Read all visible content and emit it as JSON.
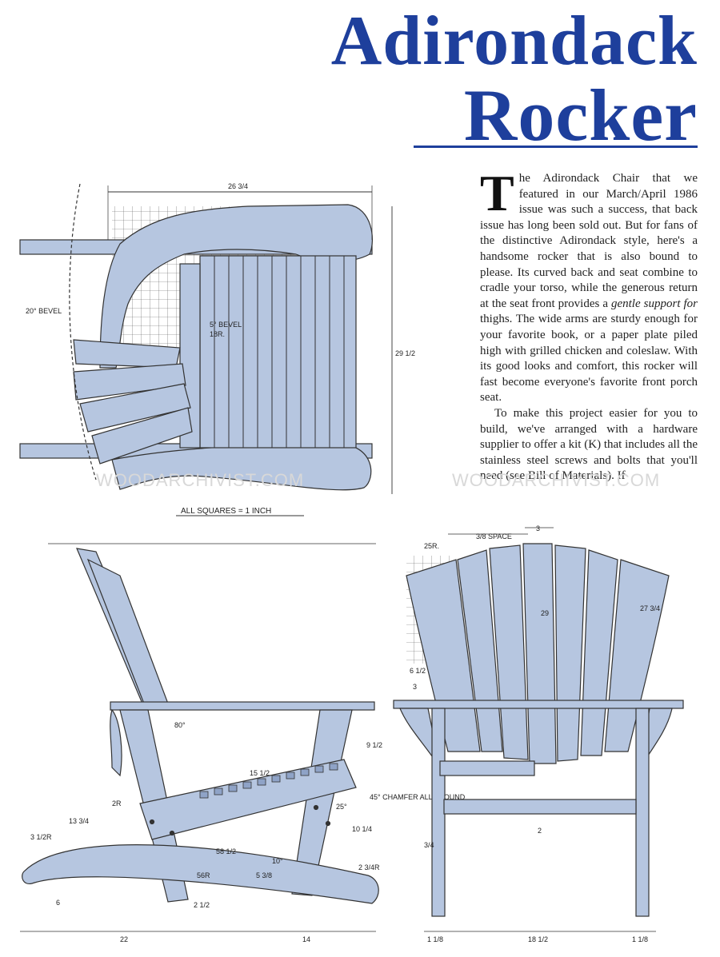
{
  "title_line1": "Adirondack",
  "title_line2": "Rocker",
  "article": {
    "dropcap": "T",
    "p1_rest": "he Adirondack Chair that we featured in our March/April 1986 issue was such a success, that back issue has long been sold out. But for fans of the distinctive Adirondack style, here's a handsome rocker that is also bound to please. Its curved back and seat combine to cradle your torso, while the generous return at the seat front provides a ",
    "p1_em": "gentle support for",
    "p1_end": " thighs. The wide arms are sturdy enough for your favorite book, or a paper plate piled high with grilled chicken and coleslaw. With its good looks and comfort, this rocker will fast become everyone's favorite front porch seat.",
    "p2": "To make this project easier for you to build, we've arranged with a hardware supplier to offer a kit (K) that includes all the stainless steel screws and bolts that you'll need (see Bill of Materials). If"
  },
  "watermark": "WOODARCHIVIST.COM",
  "colors": {
    "title": "#1e3f9c",
    "part_fill": "#b6c6e0",
    "line": "#333333"
  },
  "top_view": {
    "width_label": "26 3/4",
    "depth_label": "29 1/2",
    "bevel_left": "20° BEVEL",
    "bevel_center": "5° BEVEL",
    "radius_center": "18R.",
    "squares_note": "ALL SQUARES = 1 INCH"
  },
  "side_view": {
    "angle_back": "80°",
    "seat_span": "15 1/2",
    "chamfer": "45° CHAMFER ALL AROUND",
    "angle_25": "25°",
    "angle_10": "10°",
    "radius_2": "2R",
    "dim_13_3_4": "13 3/4",
    "dim_3_1_2_r": "3 1/2R",
    "dim_58_1_2": "58 1/2",
    "dim_56r": "56R",
    "dim_5_3_8": "5 3/8",
    "dim_2_3_4_r": "2 3/4R",
    "dim_9_1_2": "9 1/2",
    "dim_10_1_4": "10 1/4",
    "dim_6": "6",
    "dim_2_1_2": "2 1/2",
    "base_left": "22",
    "base_right": "14"
  },
  "front_view": {
    "space_note": "3/8 SPACE",
    "top_dim": "3",
    "radius_25": "25R.",
    "height_29": "29",
    "height_27_3_4": "27 3/4",
    "dim_6_1_2": "6 1/2",
    "dim_3": "3",
    "dim_2": "2",
    "dim_3_4": "3/4",
    "base_center": "18 1/2",
    "base_left": "1 1/8",
    "base_right": "1 1/8"
  }
}
